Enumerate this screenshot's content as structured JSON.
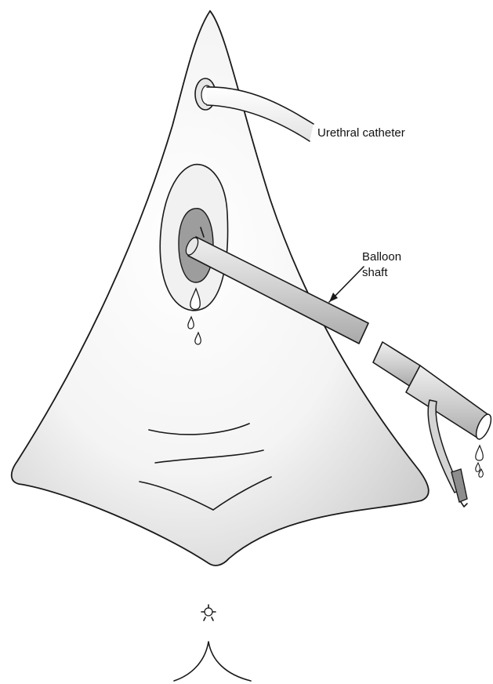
{
  "labels": {
    "urethral_catheter": "Urethral catheter",
    "balloon_shaft_line1": "Balloon",
    "balloon_shaft_line2": "shaft"
  }
}
